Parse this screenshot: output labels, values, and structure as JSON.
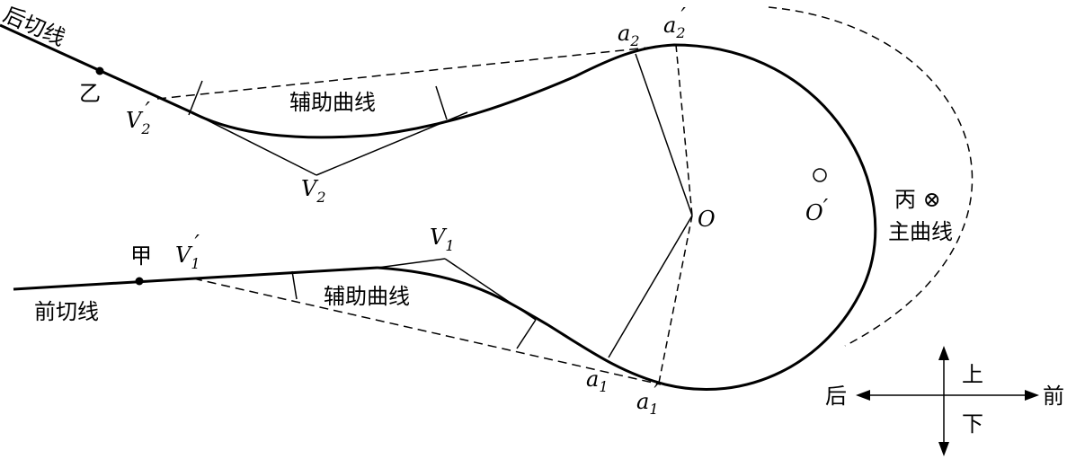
{
  "labels": {
    "back_tangent": "后切线",
    "yi": "乙",
    "v2p": "V",
    "v2p_sub": "2",
    "v2p_prime": "′",
    "aux_upper": "辅助曲线",
    "v2": "V",
    "v2_sub": "2",
    "a2": "a",
    "a2_sub": "2",
    "a2p": "a",
    "a2p_sub": "2",
    "a2p_prime": "′",
    "o": "O",
    "op": "O",
    "op_prime": "′",
    "bing": "丙 ⊗",
    "main_curve": "主曲线",
    "jia": "甲",
    "v1p": "V",
    "v1p_sub": "1",
    "v1p_prime": "′",
    "v1": "V",
    "v1_sub": "1",
    "front_tangent": "前切线",
    "aux_lower": "辅助曲线",
    "a1": "a",
    "a1_sub": "1",
    "a1p": "a",
    "a1p_sub": "1",
    "a1p_prime": "′",
    "dir_back": "后",
    "dir_front": "前",
    "dir_up": "上",
    "dir_down": "下"
  }
}
